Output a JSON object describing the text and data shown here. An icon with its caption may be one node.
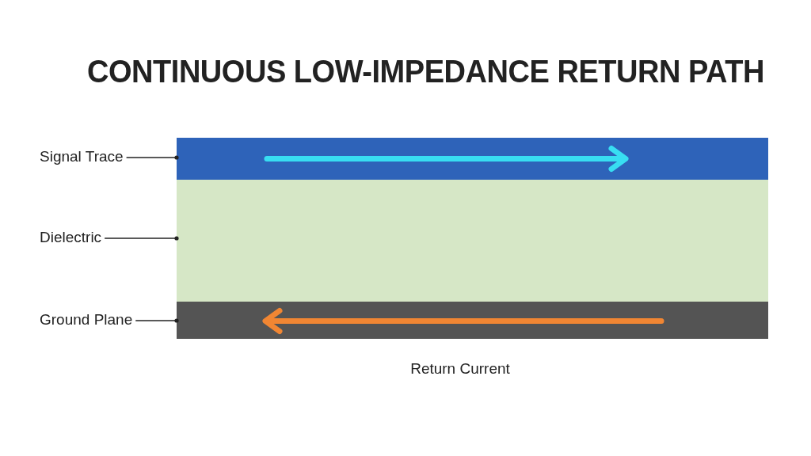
{
  "diagram": {
    "title": "CONTINUOUS LOW-IMPEDANCE RETURN PATH",
    "nodes": [
      {
        "text": [
          "Signal Trace"
        ]
      },
      {
        "text": [
          "Dielectric"
        ]
      },
      {
        "text": [
          "Ground Plane"
        ]
      },
      {
        "text": [],
        "shape": "box"
      },
      {
        "text": [],
        "shape": "box"
      },
      {
        "text": [],
        "shape": "box"
      }
    ],
    "edges": [
      {
        "from": 0,
        "to": 3,
        "arrow": "other"
      },
      {
        "from": 1,
        "to": 4,
        "arrow": "other"
      },
      {
        "from": 2,
        "to": 5,
        "arrow": "other"
      }
    ],
    "labels": [
      "Return Current"
    ]
  }
}
